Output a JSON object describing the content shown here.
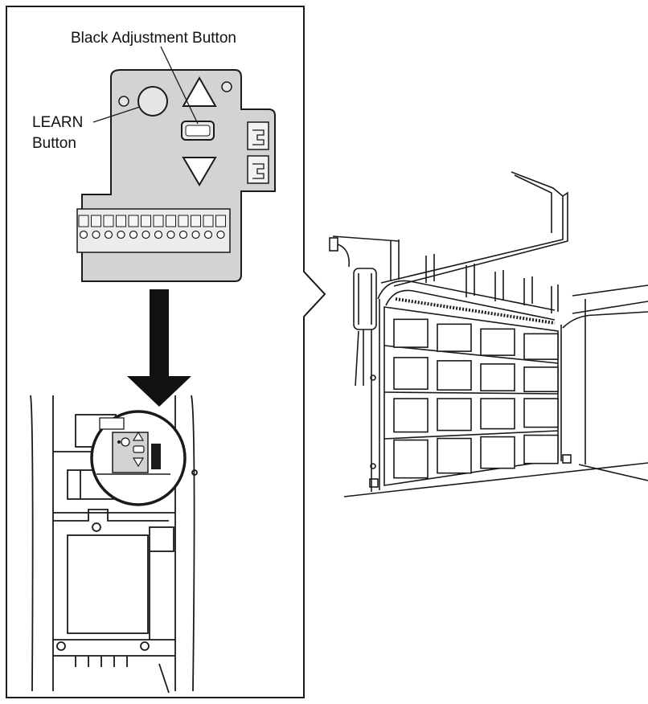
{
  "callouts": {
    "adjustment_button": "Black Adjustment Button",
    "learn_button_line1": "LEARN",
    "learn_button_line2": "Button"
  },
  "colors": {
    "panel_fill": "#d3d3d3",
    "line": "#1a1a1a",
    "background": "#ffffff"
  },
  "icons": [
    "up-arrow-icon",
    "down-arrow-icon",
    "arrow-down-icon"
  ]
}
